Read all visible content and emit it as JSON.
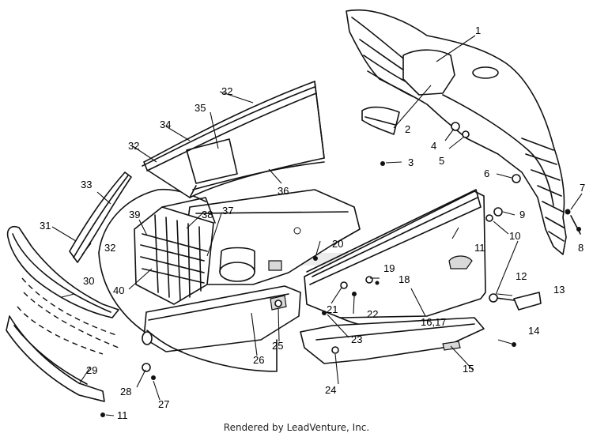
{
  "callouts": {
    "c1": "1",
    "c2": "2",
    "c3": "3",
    "c4": "4",
    "c5": "5",
    "c6": "6",
    "c7": "7",
    "c8": "8",
    "c9": "9",
    "c10": "10",
    "c11a": "11",
    "c11b": "11",
    "c12": "12",
    "c13": "13",
    "c14": "14",
    "c15": "15",
    "c1617": "16,17",
    "c18": "18",
    "c19": "19",
    "c20": "20",
    "c21": "21",
    "c22": "22",
    "c23": "23",
    "c24": "24",
    "c25": "25",
    "c26": "26",
    "c27": "27",
    "c28": "28",
    "c29": "29",
    "c30": "30",
    "c31": "31",
    "c32a": "32",
    "c32b": "32",
    "c32c": "32",
    "c33": "33",
    "c34": "34",
    "c35": "35",
    "c36": "36",
    "c37": "37",
    "c38": "38",
    "c39": "39",
    "c40": "40"
  },
  "footer": {
    "credit": "Rendered by LeadVenture, Inc."
  }
}
